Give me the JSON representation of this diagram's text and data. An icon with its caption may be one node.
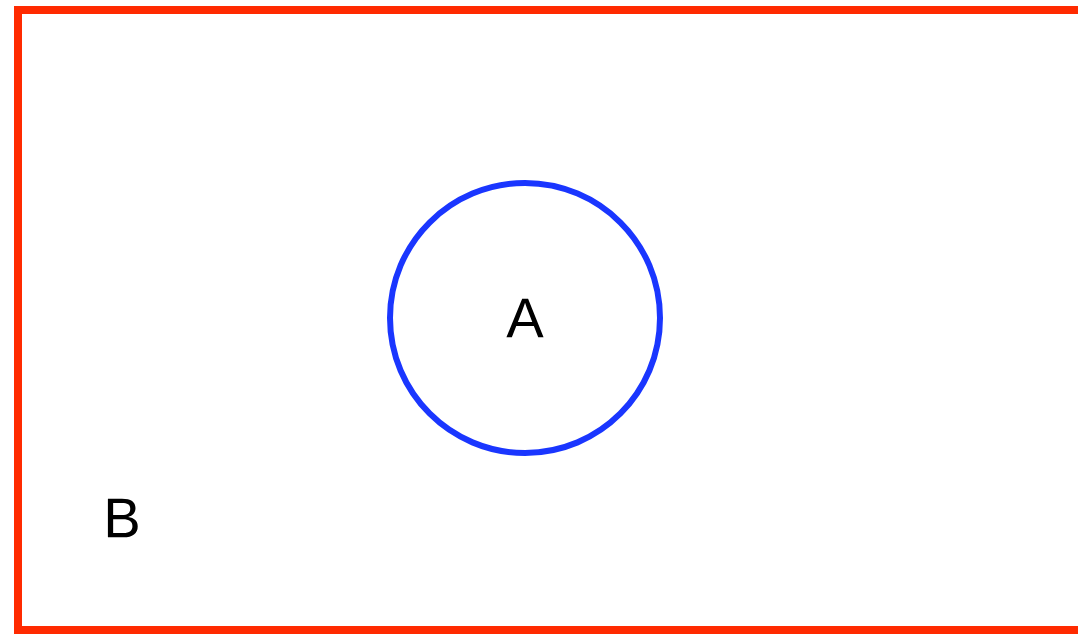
{
  "diagram": {
    "nodes": [
      {
        "text": [
          "B"
        ]
      },
      {
        "text": [
          "A"
        ],
        "in": 0
      }
    ]
  }
}
